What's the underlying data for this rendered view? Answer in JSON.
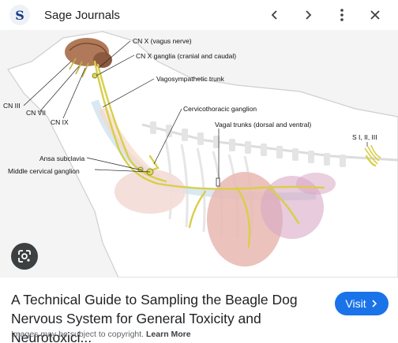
{
  "header": {
    "logo_letter": "S",
    "site_name": "Sage Journals",
    "prev_icon": "chevron-left-icon",
    "next_icon": "chevron-right-icon",
    "more_icon": "more-vert-icon",
    "close_icon": "close-icon"
  },
  "figure": {
    "labels": {
      "cn_x": "CN X (vagus nerve)",
      "cn_x_ganglia": "CN X ganglia (cranial and caudal)",
      "vagosympathetic": "Vagosympathetic trunk",
      "cn_iii": "CN III",
      "cn_vii": "CN VII",
      "cn_ix": "CN IX",
      "cervicothoracic": "Cervicothoracic ganglion",
      "vagal_trunks": "Vagal trunks (dorsal and ventral)",
      "sacral": "S I, II, III",
      "ansa": "Ansa subclavia",
      "middle_cervical": "Middle cervical ganglion"
    },
    "lens_icon": "google-lens-icon"
  },
  "result": {
    "title": "A Technical Guide to Sampling the Beagle Dog Nervous System for General Toxicity and Neurotoxici...",
    "visit_label": "Visit",
    "visit_icon": "chevron-right-icon",
    "notice": "Images may be subject to copyright.",
    "learn_more": "Learn More"
  },
  "colors": {
    "visit_button": "#1a73e8",
    "nerve": "#d8cf4a",
    "brain": "#b07a5a"
  }
}
